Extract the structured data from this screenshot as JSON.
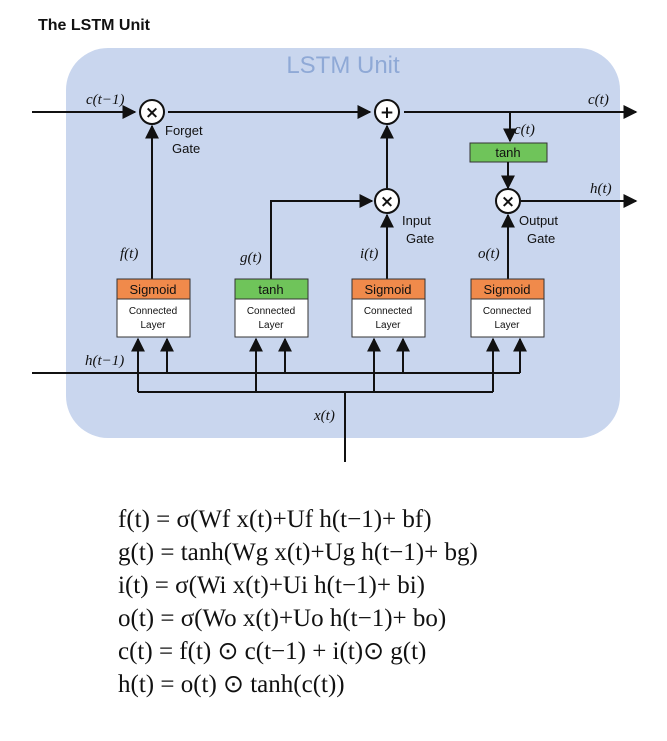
{
  "title": "The LSTM Unit",
  "unit_title": "LSTM Unit",
  "labels": {
    "c_prev": "c(t−1)",
    "c_out": "c(t)",
    "c_mid": "c(t)",
    "h_prev": "h(t−1)",
    "h_out": "h(t)",
    "x_in": "x(t)",
    "f": "f(t)",
    "g": "g(t)",
    "i": "i(t)",
    "o": "o(t)"
  },
  "gates": {
    "forget": [
      "Forget",
      "Gate"
    ],
    "input": [
      "Input",
      "Gate"
    ],
    "output": [
      "Output",
      "Gate"
    ]
  },
  "operators": {
    "multiply": "×",
    "add": "+"
  },
  "boxes": [
    {
      "activation": "Sigmoid",
      "line1": "Connected",
      "line2": "Layer",
      "color": "#f08a4b"
    },
    {
      "activation": "tanh",
      "line1": "Connected",
      "line2": "Layer",
      "color": "#6fc45a"
    },
    {
      "activation": "Sigmoid",
      "line1": "Connected",
      "line2": "Layer",
      "color": "#f08a4b"
    },
    {
      "activation": "Sigmoid",
      "line1": "Connected",
      "line2": "Layer",
      "color": "#f08a4b"
    }
  ],
  "tanh_box": "tanh",
  "colors": {
    "unit_bg": "#c9d6ee",
    "sigmoid": "#f08a4b",
    "tanh": "#6fc45a"
  },
  "equations": [
    "f(t) = σ(Wf x(t)+Uf h(t−1)+ bf)",
    "g(t) = tanh(Wg x(t)+Ug h(t−1)+ bg)",
    "i(t) = σ(Wi x(t)+Ui h(t−1)+ bi)",
    "o(t) = σ(Wo x(t)+Uo h(t−1)+ bo)",
    "c(t) = f(t) ⊙ c(t−1) + i(t)⊙ g(t)",
    "h(t) = o(t) ⊙ tanh(c(t))"
  ]
}
